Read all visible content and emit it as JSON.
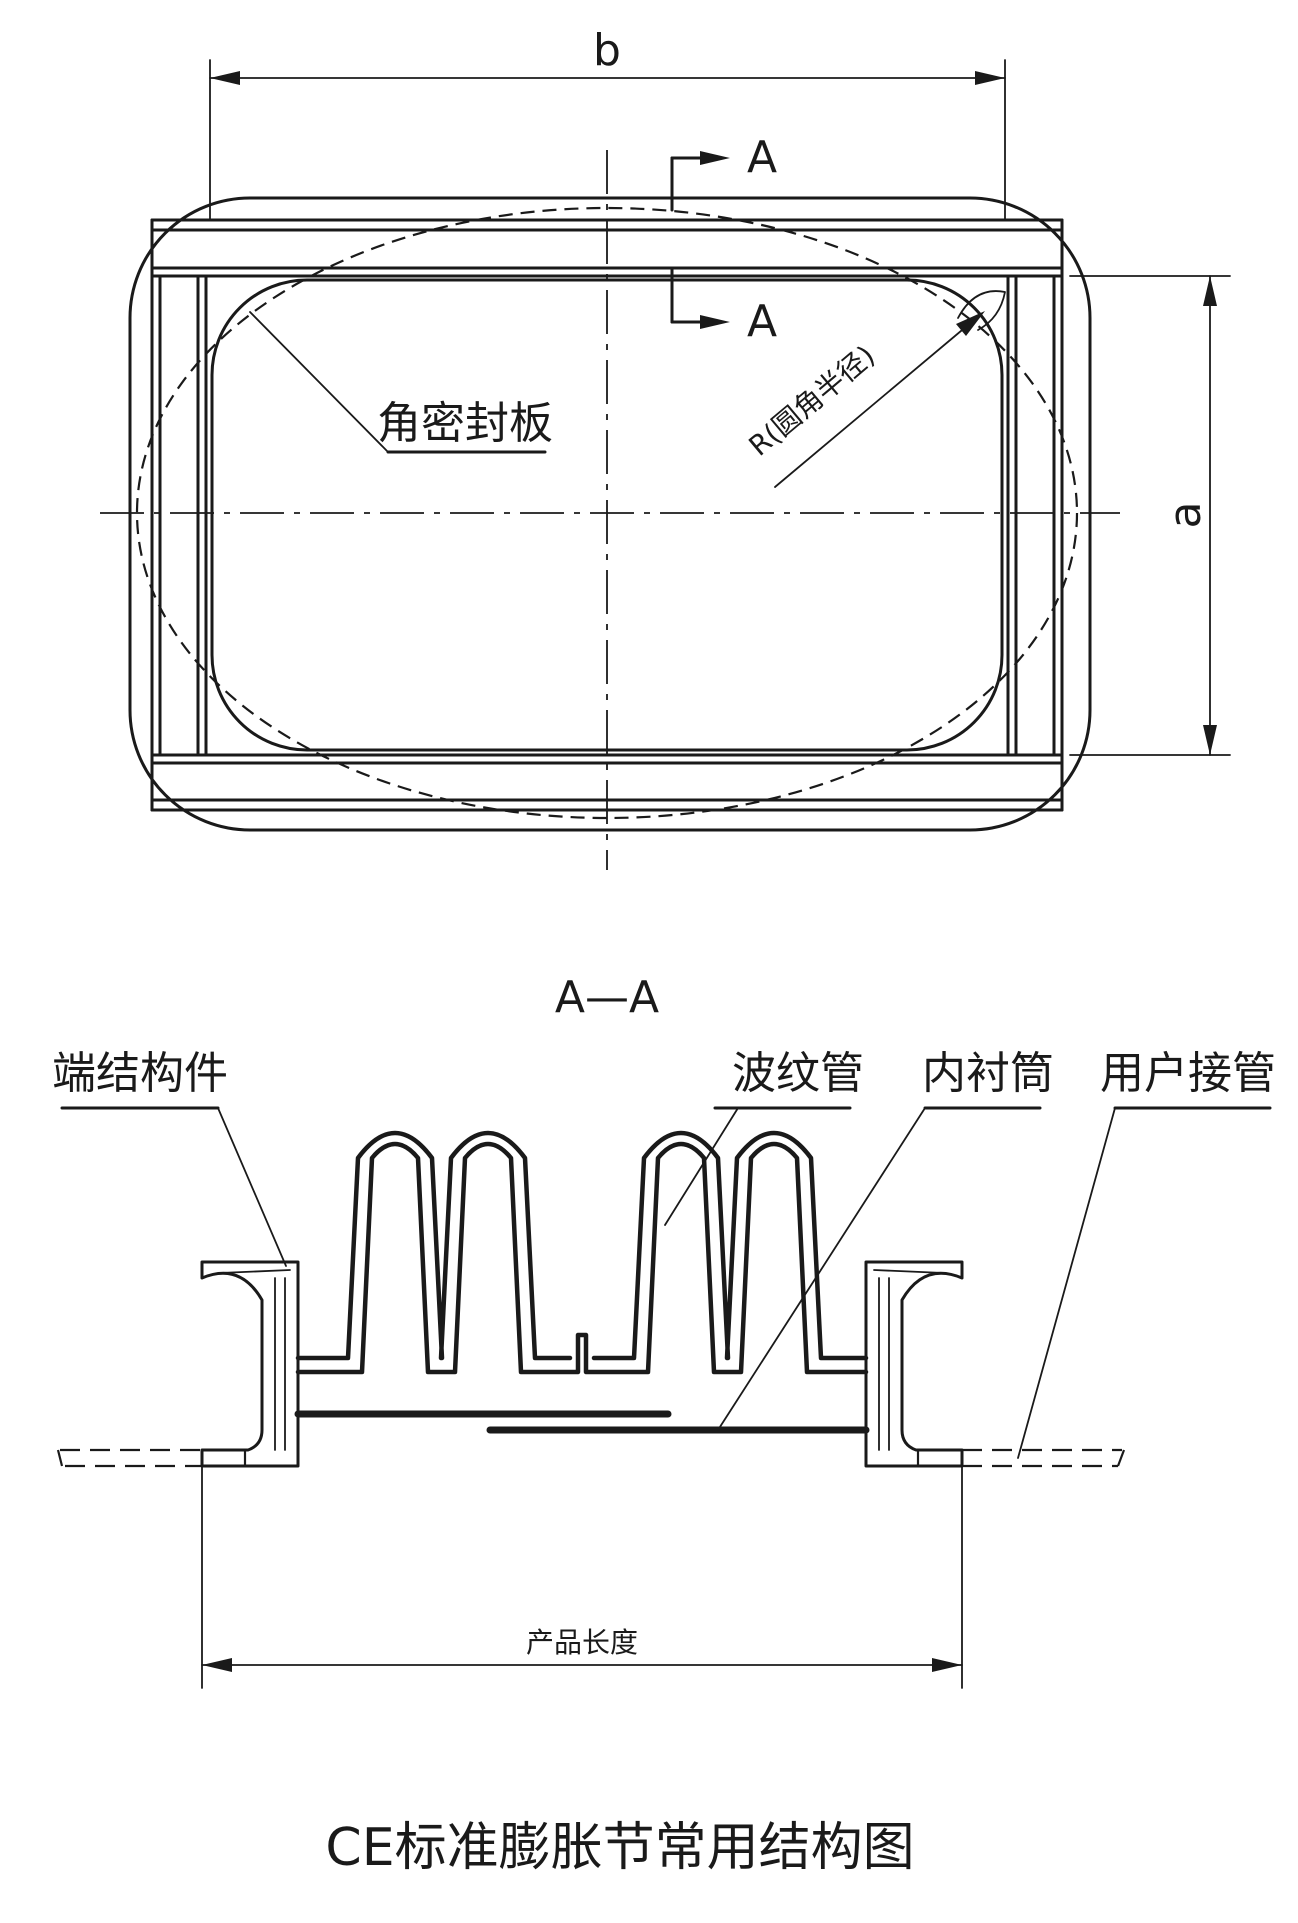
{
  "dimensions": {
    "width_label": "b",
    "height_label": "a",
    "product_length_label": "产品长度"
  },
  "section_marks": {
    "top_marker": "A",
    "bottom_marker": "A",
    "section_title": "A—A"
  },
  "top_view": {
    "corner_plate_label": "角密封板",
    "radius_label": "R(圆角半径)"
  },
  "section_view": {
    "end_member_label": "端结构件",
    "bellows_label": "波纹管",
    "liner_label": "内衬筒",
    "user_pipe_label": "用户接管"
  },
  "caption": "CE标准膨胀节常用结构图"
}
